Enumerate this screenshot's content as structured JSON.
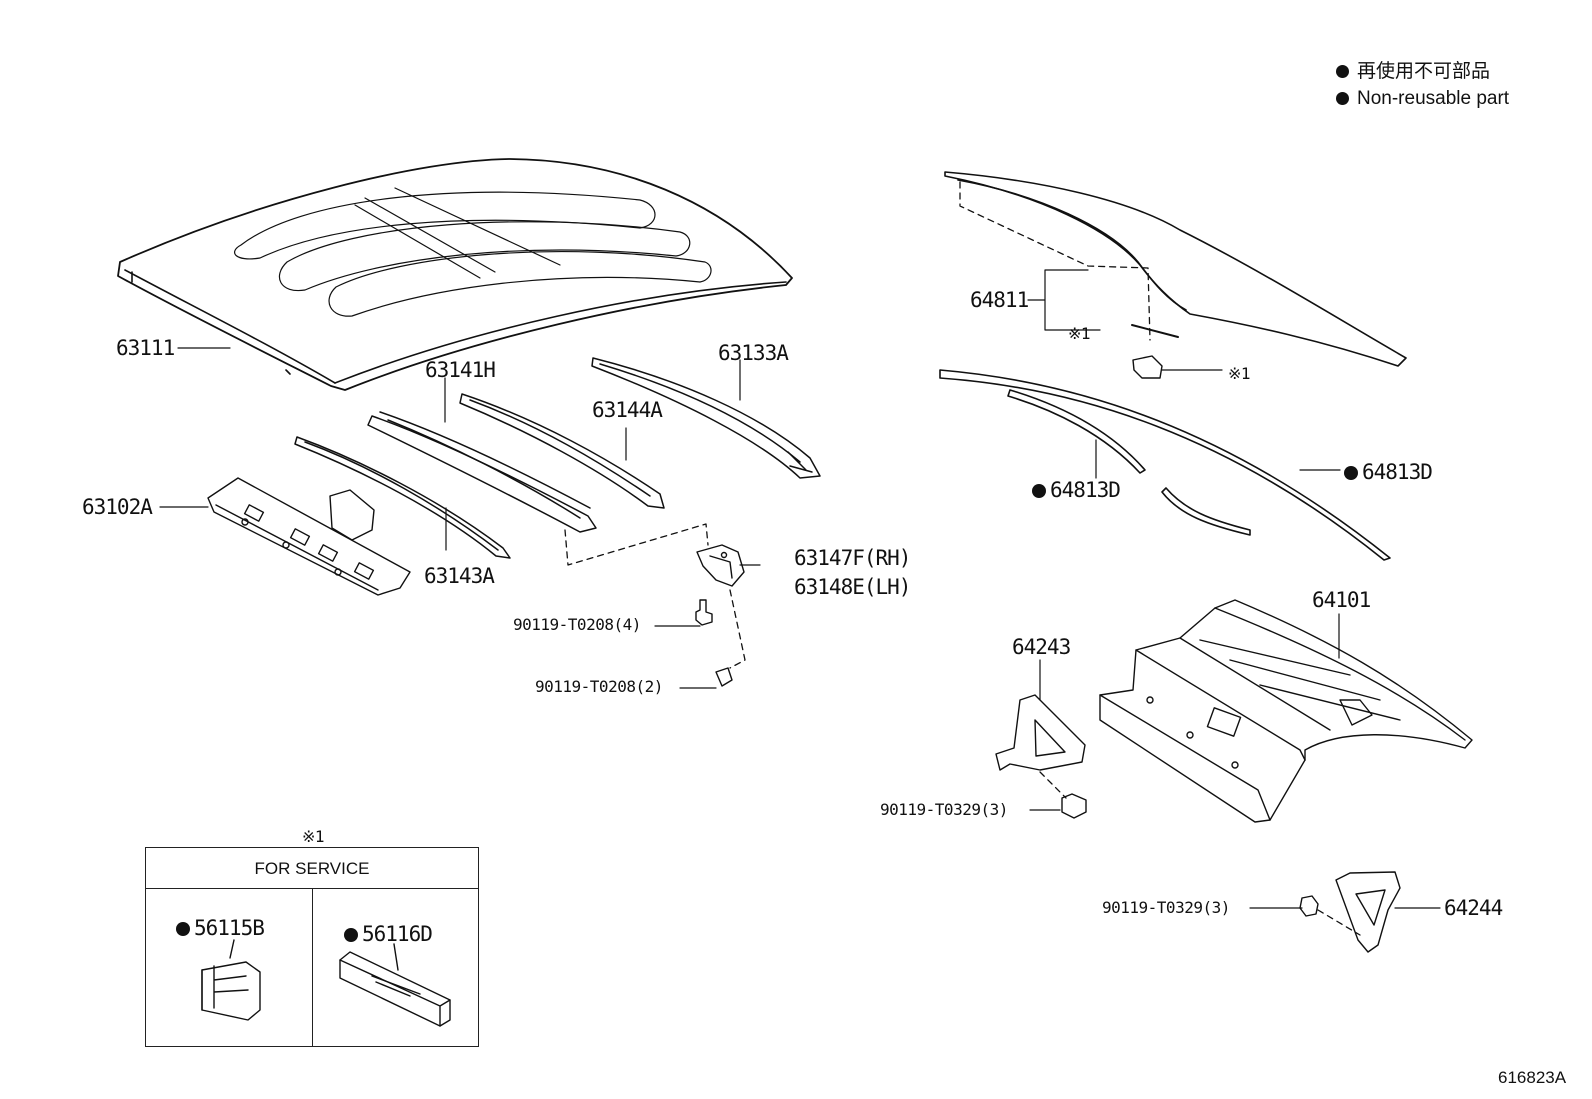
{
  "legend": {
    "line_ja": "再使用不可部品",
    "line_en": "Non-reusable part"
  },
  "parts": {
    "p63111": "63111",
    "p63141H": "63141H",
    "p63133A": "63133A",
    "p63144A": "63144A",
    "p63102A": "63102A",
    "p63143A": "63143A",
    "p63147F": "63147F(RH)",
    "p63148E": "63148E(LH)",
    "bolt_a4": "90119-T0208(4)",
    "bolt_a2": "90119-T0208(2)",
    "p64811": "64811",
    "note1_a": "※1",
    "note1_b": "※1",
    "p64813D_left": "64813D",
    "p64813D_right": "64813D",
    "p64101": "64101",
    "p64243": "64243",
    "bolt_b1": "90119-T0329(3)",
    "bolt_b2": "90119-T0329(3)",
    "p64244": "64244"
  },
  "service": {
    "note": "※1",
    "title": "FOR SERVICE",
    "left_part": "56115B",
    "right_part": "56116D"
  },
  "figure_id": "616823A",
  "colors": {
    "ink": "#111111",
    "paper": "#ffffff"
  }
}
